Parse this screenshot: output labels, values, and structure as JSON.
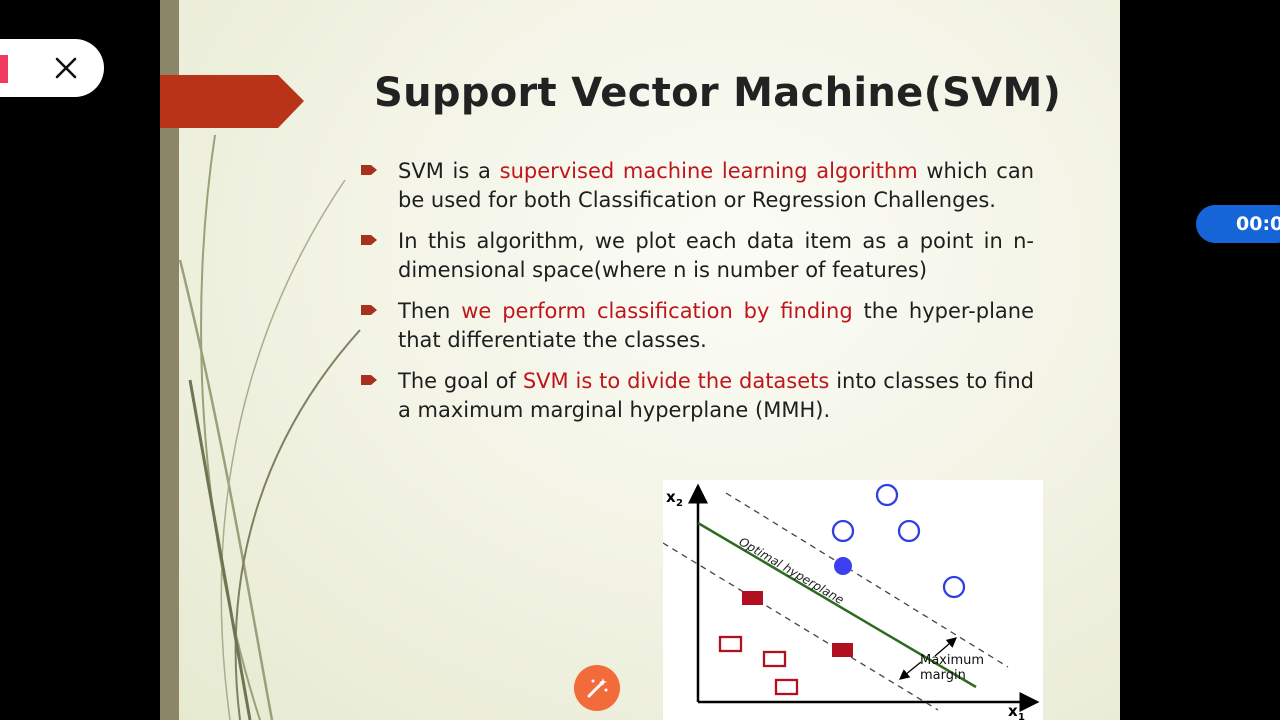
{
  "overlay": {
    "timer_text": "00:0"
  },
  "slide": {
    "title": "Support Vector Machine(SVM)",
    "colors": {
      "accent_red": "#c0161b",
      "title_tab": "#b83318",
      "bullet_marker": "#a8301e"
    },
    "bullets": [
      {
        "parts": [
          "SVM is a ",
          "supervised machine learning algorithm",
          " which can be used for both Classification or Regression Challenges."
        ]
      },
      {
        "parts": [
          "In this algorithm, we plot each data item as a point in n-dimensional space(where n is number of features)",
          "",
          ""
        ]
      },
      {
        "parts": [
          "Then ",
          "we perform classification by finding",
          " the hyper-plane that differentiate the classes."
        ]
      },
      {
        "parts": [
          "The goal of ",
          "SVM is to divide the datasets",
          " into classes to find a maximum marginal hyperplane (MMH)."
        ]
      }
    ],
    "diagram": {
      "x1_label": "x",
      "x1_sub": "1",
      "x2_label": "x",
      "x2_sub": "2",
      "hyperplane_label": "Optimal hyperplane",
      "margin_label_1": "Maximum",
      "margin_label_2": "margin"
    },
    "icons": [
      "close-icon",
      "magic-wand-icon",
      "bullet-arrow-icon"
    ]
  }
}
